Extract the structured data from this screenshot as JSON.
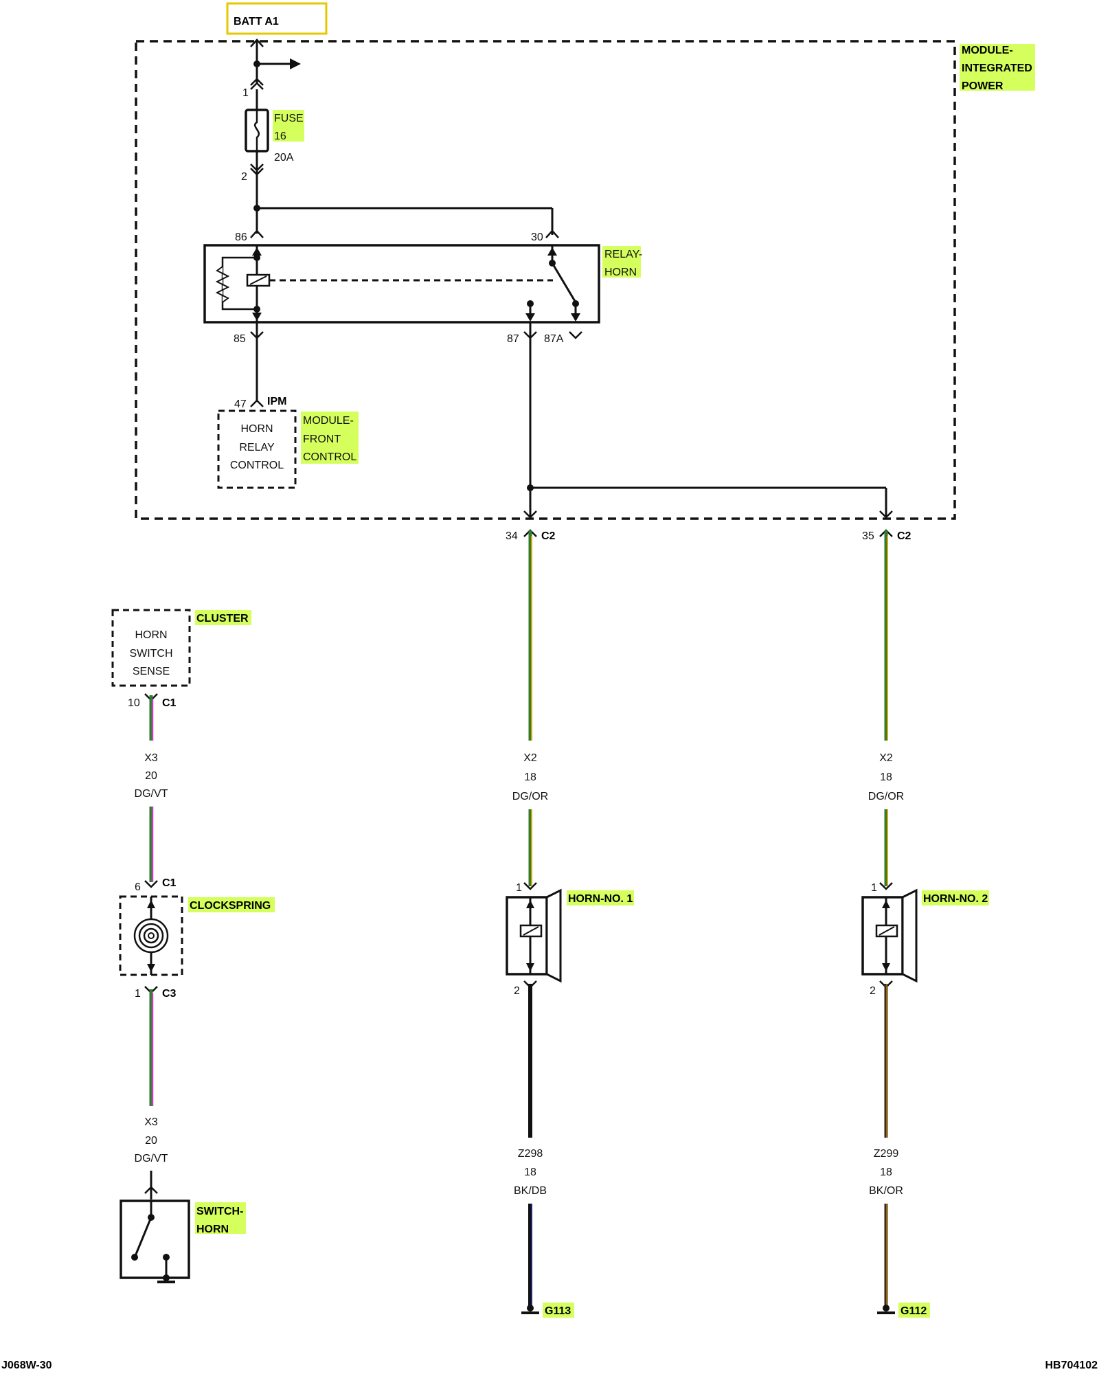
{
  "battery": {
    "label": "BATT A1"
  },
  "modules": {
    "ipm": {
      "label_lines": [
        "MODULE-",
        "INTEGRATED",
        "POWER"
      ]
    },
    "fuse": {
      "label_lines": [
        "FUSE",
        "16"
      ],
      "rating": "20A",
      "pin_in": "1",
      "pin_out": "2"
    },
    "relay": {
      "label_lines": [
        "RELAY-",
        "HORN"
      ],
      "pins": {
        "p86": "86",
        "p30": "30",
        "p85": "85",
        "p87": "87",
        "p87a": "87A"
      }
    },
    "front_control": {
      "label_lines": [
        "MODULE-",
        "FRONT",
        "CONTROL"
      ],
      "box_lines": [
        "HORN",
        "RELAY",
        "CONTROL"
      ],
      "pin": "47",
      "connector": "IPM"
    },
    "cluster": {
      "label": "CLUSTER",
      "box_lines": [
        "HORN",
        "SWITCH",
        "SENSE"
      ],
      "pin": "10",
      "connector": "C1"
    },
    "clockspring": {
      "label": "CLOCKSPRING",
      "pin_top": "6",
      "connector_top": "C1",
      "pin_bottom": "1",
      "connector_bottom": "C3"
    },
    "switch_horn": {
      "label_lines": [
        "SWITCH-",
        "HORN"
      ]
    },
    "horn1": {
      "label": "HORN-NO. 1",
      "pin_top": "1",
      "pin_bottom": "2"
    },
    "horn2": {
      "label": "HORN-NO. 2",
      "pin_top": "1",
      "pin_bottom": "2"
    }
  },
  "connectors": {
    "c2_34": {
      "pin": "34",
      "connector": "C2"
    },
    "c2_35": {
      "pin": "35",
      "connector": "C2"
    }
  },
  "wires": {
    "x3_upper": [
      "X3",
      "20",
      "DG/VT"
    ],
    "x3_lower": [
      "X3",
      "20",
      "DG/VT"
    ],
    "x2_left": [
      "X2",
      "18",
      "DG/OR"
    ],
    "x2_right": [
      "X2",
      "18",
      "DG/OR"
    ],
    "z298": [
      "Z298",
      "18",
      "BK/DB"
    ],
    "z299": [
      "Z299",
      "18",
      "BK/OR"
    ]
  },
  "grounds": {
    "g113": "G113",
    "g112": "G112"
  },
  "footer": {
    "left": "J068W-30",
    "right": "HB704102"
  },
  "colors": {
    "highlight": "#d4ff5c",
    "batt_box": "#e6c800",
    "wire_dg": "#2f7d2f",
    "wire_or": "#e0a000",
    "wire_vt": "#c040c0",
    "wire_bk": "#111111",
    "wire_db": "#1c2f8f"
  }
}
